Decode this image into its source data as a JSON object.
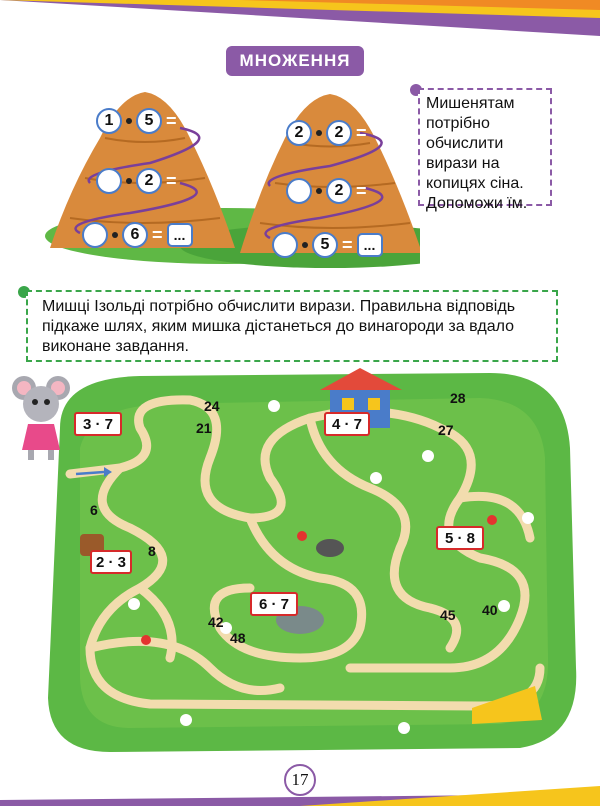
{
  "title": "МНОЖЕННЯ",
  "task1_text": "Мишенятам потрібно обчислити вирази на копицях сіна. Допоможи їм.",
  "task2_text": "Мишці Ізольді потрібно обчислити вирази. Правильна відповідь підкаже шлях, яким мишка дістанеться до винагороди за вдало виконане завдання.",
  "haystack_left": {
    "rows": [
      {
        "a": "1",
        "b": "5",
        "result": ""
      },
      {
        "a": "",
        "b": "2",
        "result": ""
      },
      {
        "a": "",
        "b": "6",
        "result": "..."
      }
    ]
  },
  "haystack_right": {
    "rows": [
      {
        "a": "2",
        "b": "2",
        "result": ""
      },
      {
        "a": "",
        "b": "2",
        "result": ""
      },
      {
        "a": "",
        "b": "5",
        "result": "..."
      }
    ]
  },
  "maze_cards": [
    "3 · 7",
    "4 · 7",
    "5 · 8",
    "2 · 3",
    "6 · 7"
  ],
  "maze_numbers": [
    "24",
    "21",
    "28",
    "27",
    "6",
    "8",
    "42",
    "48",
    "45",
    "40"
  ],
  "page_number": "17",
  "colors": {
    "purple": "#8b5aa6",
    "green": "#3aa64a",
    "grass": "#6cc04a",
    "path": "#f2dcae",
    "hay": "#d98a3c"
  }
}
